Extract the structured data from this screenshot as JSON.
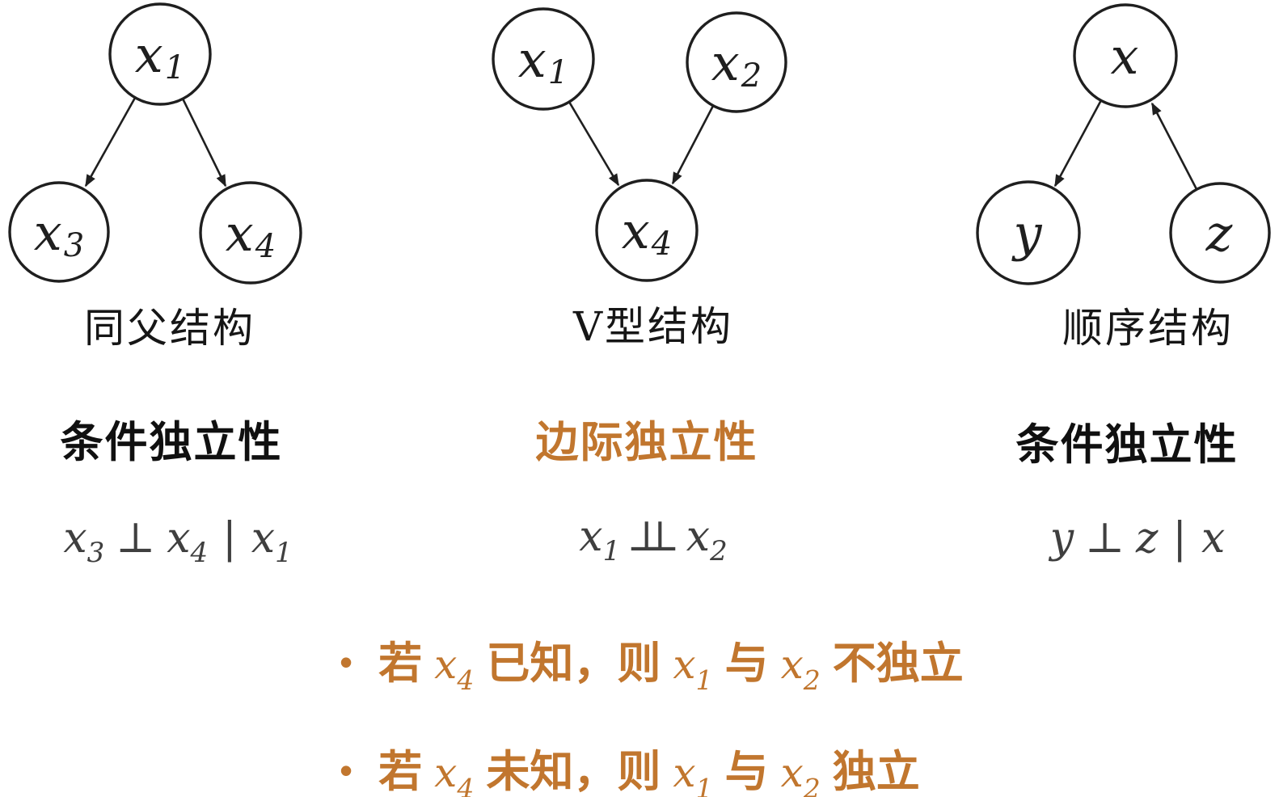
{
  "colors": {
    "orange": "#C1762E",
    "ink": "#1F1F1F",
    "formula_gray": "#3F3F3F",
    "background": "#FFFFFF"
  },
  "structures": [
    {
      "title": "同父结构",
      "property": "条件独立性",
      "property_color": "black",
      "nodes": [
        {
          "id": "x1",
          "label": "x",
          "sub": "1"
        },
        {
          "id": "x3",
          "label": "x",
          "sub": "3"
        },
        {
          "id": "x4",
          "label": "x",
          "sub": "4"
        }
      ],
      "edges": [
        {
          "from": "x1",
          "to": "x3"
        },
        {
          "from": "x1",
          "to": "x4"
        }
      ],
      "formula": {
        "text": "x3 ⊥ x4 | x1",
        "segments": [
          {
            "t": "x",
            "s": "m"
          },
          {
            "t": "3",
            "s": "ms"
          },
          {
            "t": "⊥",
            "s": "op"
          },
          {
            "t": "x",
            "s": "m"
          },
          {
            "t": "4",
            "s": "ms"
          },
          {
            "t": "|",
            "s": "bar"
          },
          {
            "t": "x",
            "s": "m"
          },
          {
            "t": "1",
            "s": "ms"
          }
        ]
      }
    },
    {
      "title": "V型结构",
      "property": "边际独立性",
      "property_color": "orange",
      "nodes": [
        {
          "id": "x1",
          "label": "x",
          "sub": "1"
        },
        {
          "id": "x2",
          "label": "x",
          "sub": "2"
        },
        {
          "id": "x4",
          "label": "x",
          "sub": "4"
        }
      ],
      "edges": [
        {
          "from": "x1",
          "to": "x4"
        },
        {
          "from": "x2",
          "to": "x4"
        }
      ],
      "formula": {
        "text": "x1 ⫫ x2",
        "segments": [
          {
            "t": "x",
            "s": "m"
          },
          {
            "t": "1",
            "s": "ms"
          },
          {
            "t": "⊥",
            "s": "dp"
          },
          {
            "t": "⊥",
            "s": "dp2"
          },
          {
            "t": "x",
            "s": "m"
          },
          {
            "t": "2",
            "s": "ms"
          }
        ]
      }
    },
    {
      "title": "顺序结构",
      "property": "条件独立性",
      "property_color": "black",
      "nodes": [
        {
          "id": "x",
          "label": "x",
          "sub": ""
        },
        {
          "id": "y",
          "label": "y",
          "sub": ""
        },
        {
          "id": "z",
          "label": "z",
          "sub": ""
        }
      ],
      "edges": [
        {
          "from": "x",
          "to": "y"
        },
        {
          "from": "z",
          "to": "x"
        }
      ],
      "formula": {
        "text": "y ⊥ z | x",
        "segments": [
          {
            "t": "y",
            "s": "m"
          },
          {
            "t": "⊥",
            "s": "op"
          },
          {
            "t": "z",
            "s": "m"
          },
          {
            "t": "|",
            "s": "bar"
          },
          {
            "t": "x",
            "s": "m"
          }
        ]
      }
    }
  ],
  "bullets": [
    {
      "marker": "•",
      "text": "若 x4 已知，则 x1 与 x2 不独立",
      "segments": [
        {
          "t": "若 ",
          "s": "c"
        },
        {
          "t": "x",
          "s": "m"
        },
        {
          "t": "4",
          "s": "ms"
        },
        {
          "t": " 已知，则 ",
          "s": "c"
        },
        {
          "t": "x",
          "s": "m"
        },
        {
          "t": "1",
          "s": "ms"
        },
        {
          "t": " 与 ",
          "s": "c"
        },
        {
          "t": "x",
          "s": "m"
        },
        {
          "t": "2",
          "s": "ms"
        },
        {
          "t": " 不独立",
          "s": "c"
        }
      ]
    },
    {
      "marker": "•",
      "text": "若 x4 未知，则 x1 与 x2 独立",
      "segments": [
        {
          "t": "若 ",
          "s": "c"
        },
        {
          "t": "x",
          "s": "m"
        },
        {
          "t": "4",
          "s": "ms"
        },
        {
          "t": " 未知，则 ",
          "s": "c"
        },
        {
          "t": "x",
          "s": "m"
        },
        {
          "t": "1",
          "s": "ms"
        },
        {
          "t": " 与 ",
          "s": "c"
        },
        {
          "t": "x",
          "s": "m"
        },
        {
          "t": "2",
          "s": "ms"
        },
        {
          "t": " 独立",
          "s": "c"
        }
      ]
    }
  ]
}
